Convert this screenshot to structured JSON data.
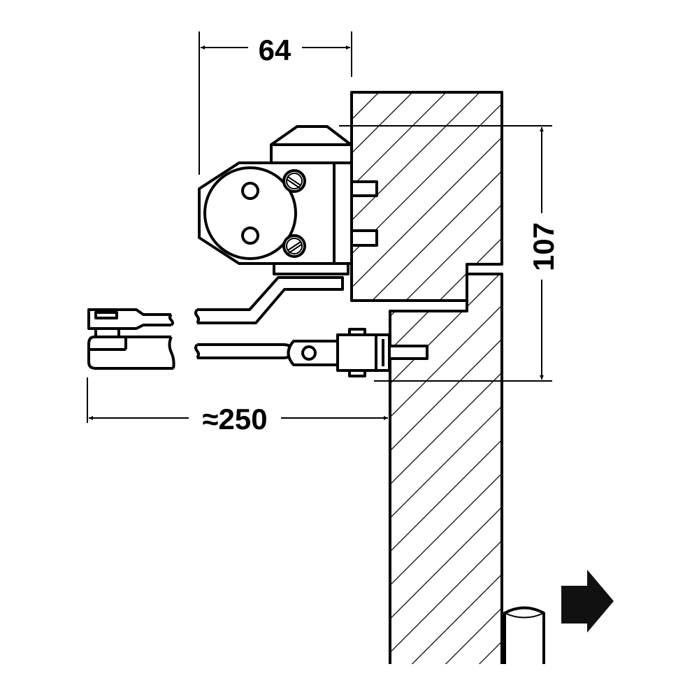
{
  "dimensions": {
    "width_label": "64",
    "height_label": "107",
    "arm_length_label": "≈250"
  },
  "colors": {
    "line": "#000000",
    "background": "#ffffff",
    "arrow_fill": "#111111"
  }
}
